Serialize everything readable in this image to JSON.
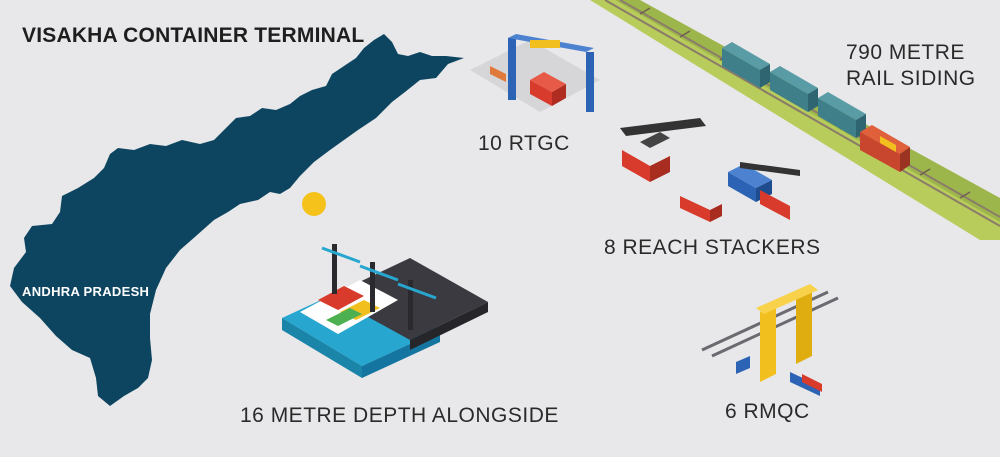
{
  "title": "VISAKHA CONTAINER TERMINAL",
  "map": {
    "state_label": "ANDHRA PRADESH",
    "marker_color": "#f5c21b",
    "state_color": "#0d4560"
  },
  "features": {
    "rtgc": "10 RTGC",
    "rail_line1": "790 METRE",
    "rail_line2": "RAIL SIDING",
    "reach_stackers": "8 REACH STACKERS",
    "depth": "16 METRE DEPTH ALONGSIDE",
    "rmqc": "6 RMQC"
  },
  "colors": {
    "background": "#e8e8ea",
    "rail_grass": "#b7cc5a",
    "sea": "#27a7cf",
    "crane_blue": "#2d63b5",
    "stacker_red": "#d83a2c",
    "rmqc_yellow": "#f2c01e"
  }
}
